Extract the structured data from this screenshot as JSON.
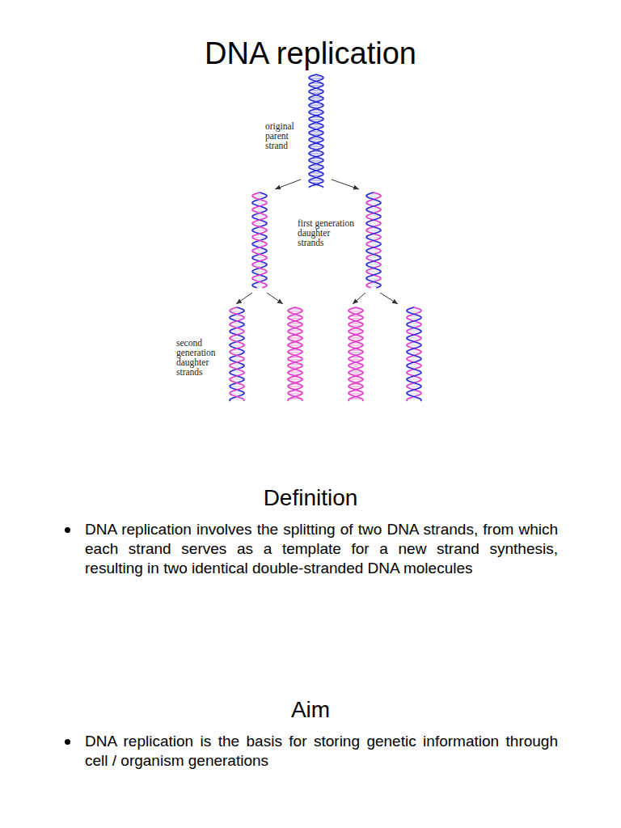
{
  "diagram": {
    "title": "DNA replication",
    "labels": [
      "original parent strand",
      "first generation daughter strands",
      "second generation daughter strands",
      "Definition",
      "DNA replication involves the splitting of two DNA strands, from which each strand serves as a template for a new strand synthesis, resulting in two identical double-stranded DNA molecules",
      "Aim",
      "DNA replication is the basis for storing genetic information through cell / organism generations"
    ]
  }
}
